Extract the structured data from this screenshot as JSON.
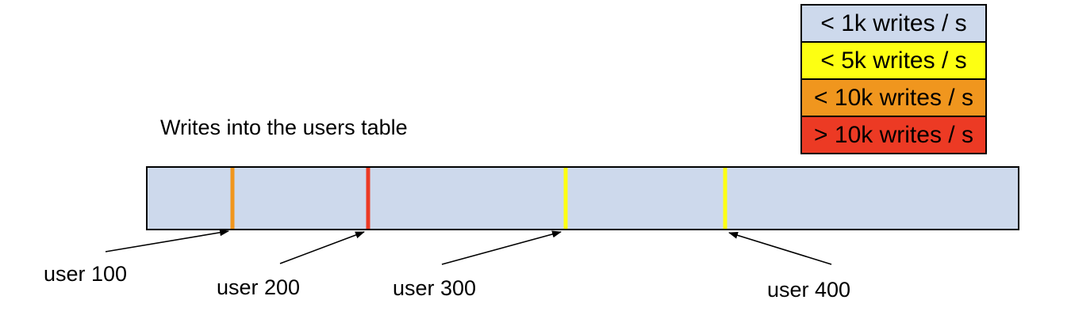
{
  "title": "Writes into the users table",
  "legend": {
    "items": [
      {
        "label": "< 1k writes / s",
        "color": "#cdd9ec"
      },
      {
        "label": "< 5k writes / s",
        "color": "#fdff12"
      },
      {
        "label": "< 10k writes / s",
        "color": "#f0961e"
      },
      {
        "label": "> 10k writes / s",
        "color": "#ec3a24"
      }
    ]
  },
  "bar": {
    "fill": "#cdd9ec"
  },
  "users": [
    {
      "name": "user 100",
      "marker_color": "#f0961e",
      "position_percent": 9.75
    },
    {
      "name": "user 200",
      "marker_color": "#ec3a24",
      "position_percent": 25.3
    },
    {
      "name": "user 300",
      "marker_color": "#fdff12",
      "position_percent": 48.0
    },
    {
      "name": "user 400",
      "marker_color": "#fdff12",
      "position_percent": 66.4
    }
  ]
}
